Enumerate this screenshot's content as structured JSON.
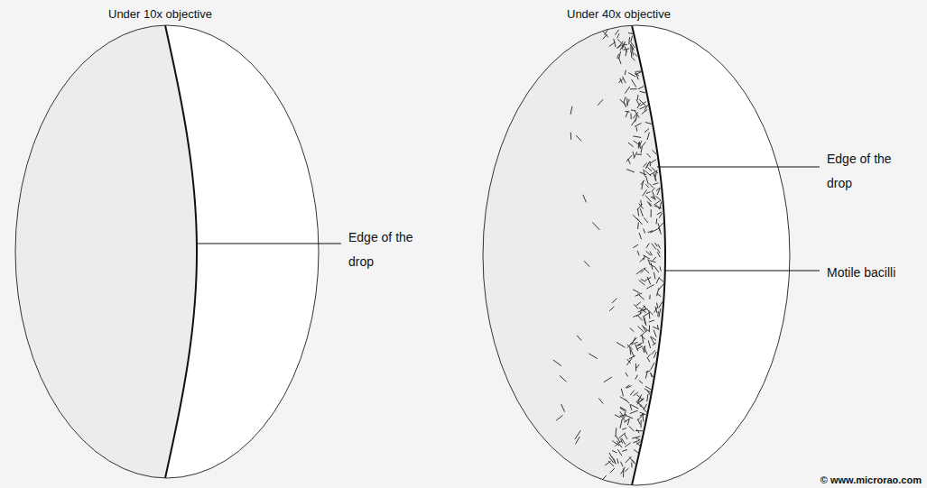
{
  "diagram": {
    "labels": [
      "Under 10x objective",
      "Under 40x objective",
      "Edge of the drop",
      "Edge of the drop",
      "Motile bacilli",
      "© www.microrao.com"
    ]
  }
}
